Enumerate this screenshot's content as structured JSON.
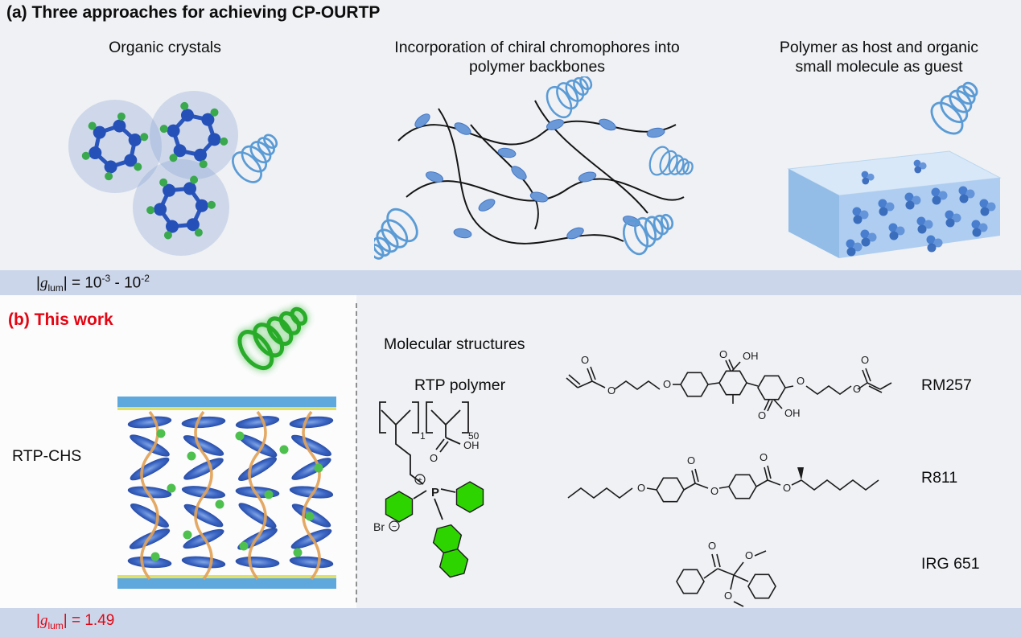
{
  "panel_a": {
    "title": "(a) Three approaches for achieving CP-OURTP",
    "caption1": "Organic crystals",
    "caption2_line1": "Incorporation of chiral chromophores into",
    "caption2_line2": "polymer backbones",
    "caption3_line1": "Polymer as host and organic",
    "caption3_line2": "small molecule as guest",
    "band": {
      "bar": "|",
      "g": "g",
      "sub": "lum",
      "eq": "| = 10",
      "sup1": "-3",
      "dash": " - 10",
      "sup2": "-2"
    }
  },
  "panel_b": {
    "heading": "(b) This work",
    "sample_label": "RTP-CHS",
    "structures_heading": "Molecular structures",
    "polymer_heading": "RTP polymer",
    "molecules": {
      "m1": "RM257",
      "m2": "R811",
      "m3": "IRG 651"
    },
    "band": {
      "bar": "|",
      "g": "g",
      "sub": "lum",
      "eq": "| = 1.49"
    }
  },
  "chem": {
    "n1": "1",
    "n50": "50",
    "P": "P",
    "plus": "+",
    "minus": "−",
    "Br": "Br",
    "O": "O",
    "OH": "OH"
  },
  "colors": {
    "background": "#eff1f4",
    "band": "#ccd6ea",
    "accent_red": "#e30613",
    "helix_blue": "#5b9bd5",
    "molecule_blue": "#2a55bb",
    "atom_green": "#3aa84d",
    "emission_green": "#2db42d",
    "phenyl_green": "#2ed400",
    "helix_orange": "#e2a258",
    "lens_blue": "#3b66c4",
    "bar_blue": "#5fa8de",
    "bar_yellow": "#dfe069"
  }
}
